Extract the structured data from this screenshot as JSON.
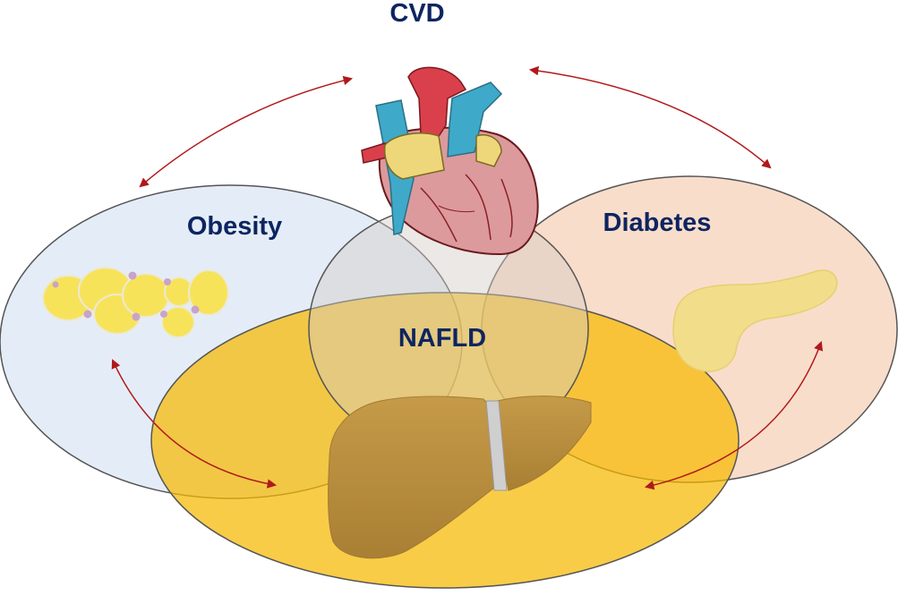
{
  "labels": {
    "cvd": "CVD",
    "obesity": "Obesity",
    "diabetes": "Diabetes",
    "nafld": "NAFLD"
  },
  "colors": {
    "label_text": "#0d2560",
    "arrow": "#b0191b",
    "obesity_fill": "#e4edf7",
    "diabetes_fill": "#f9ddcb",
    "nafld_fill": "#f6bb00",
    "cvd_fill": "#dcd6cf",
    "outline": "#555555",
    "liver": "#b78a3c",
    "pancreas": "#f2dd8a",
    "fat_cell": "#f7e35a",
    "heart_red": "#d9404b",
    "heart_blue": "#3fa9c9",
    "heart_body": "#dc9a9c"
  },
  "icons": {
    "heart": "heart-icon",
    "fat_cells": "fat-cells-icon",
    "pancreas": "pancreas-icon",
    "liver": "liver-icon"
  }
}
